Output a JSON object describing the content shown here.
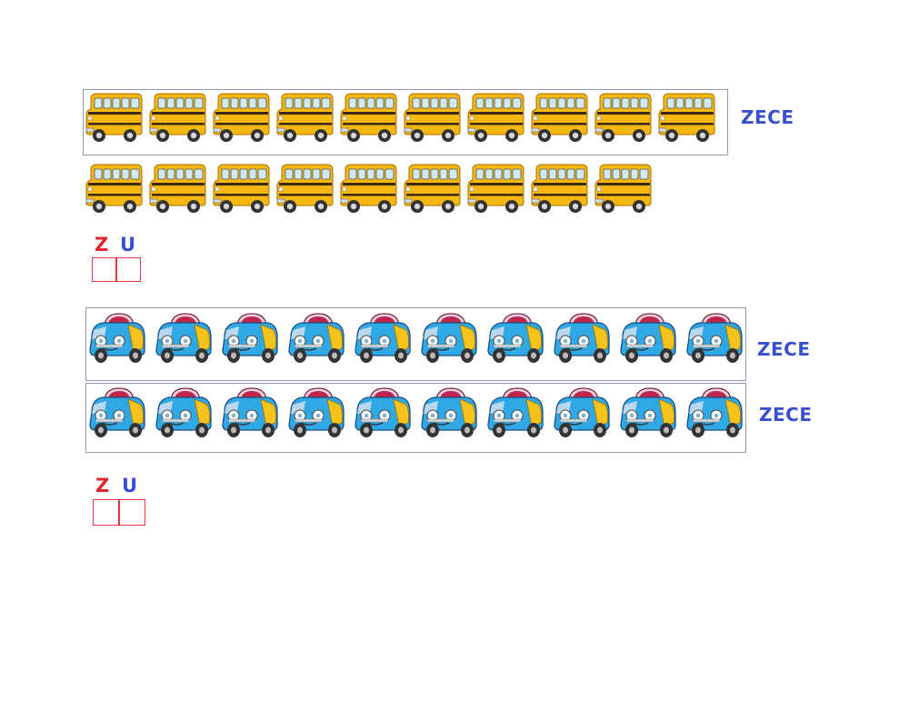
{
  "colors": {
    "zece_text": "#3a4ed0",
    "z_label": "#e0262e",
    "u_label": "#3a4ed0",
    "box_border": "#e0383e",
    "frame_border": "#8f9bbd",
    "bus_body": "#f5b710",
    "car_body": "#2fa8e6"
  },
  "icons": {
    "bus": "school-bus-icon",
    "car": "blue-car-icon"
  },
  "groups": [
    {
      "id": "buses",
      "rows": [
        {
          "count": 10,
          "icon": "school-bus-icon",
          "framed": true,
          "label": "ZECE"
        },
        {
          "count": 9,
          "icon": "school-bus-icon",
          "framed": false,
          "label": ""
        }
      ],
      "zu": {
        "z": "Z",
        "u": "U",
        "z_value": "",
        "u_value": ""
      }
    },
    {
      "id": "cars",
      "rows": [
        {
          "count": 10,
          "icon": "blue-car-icon",
          "framed": true,
          "label": "ZECE"
        },
        {
          "count": 10,
          "icon": "blue-car-icon",
          "framed": true,
          "label": "ZECE"
        }
      ],
      "zu": {
        "z": "Z",
        "u": "U",
        "z_value": "",
        "u_value": ""
      }
    }
  ]
}
